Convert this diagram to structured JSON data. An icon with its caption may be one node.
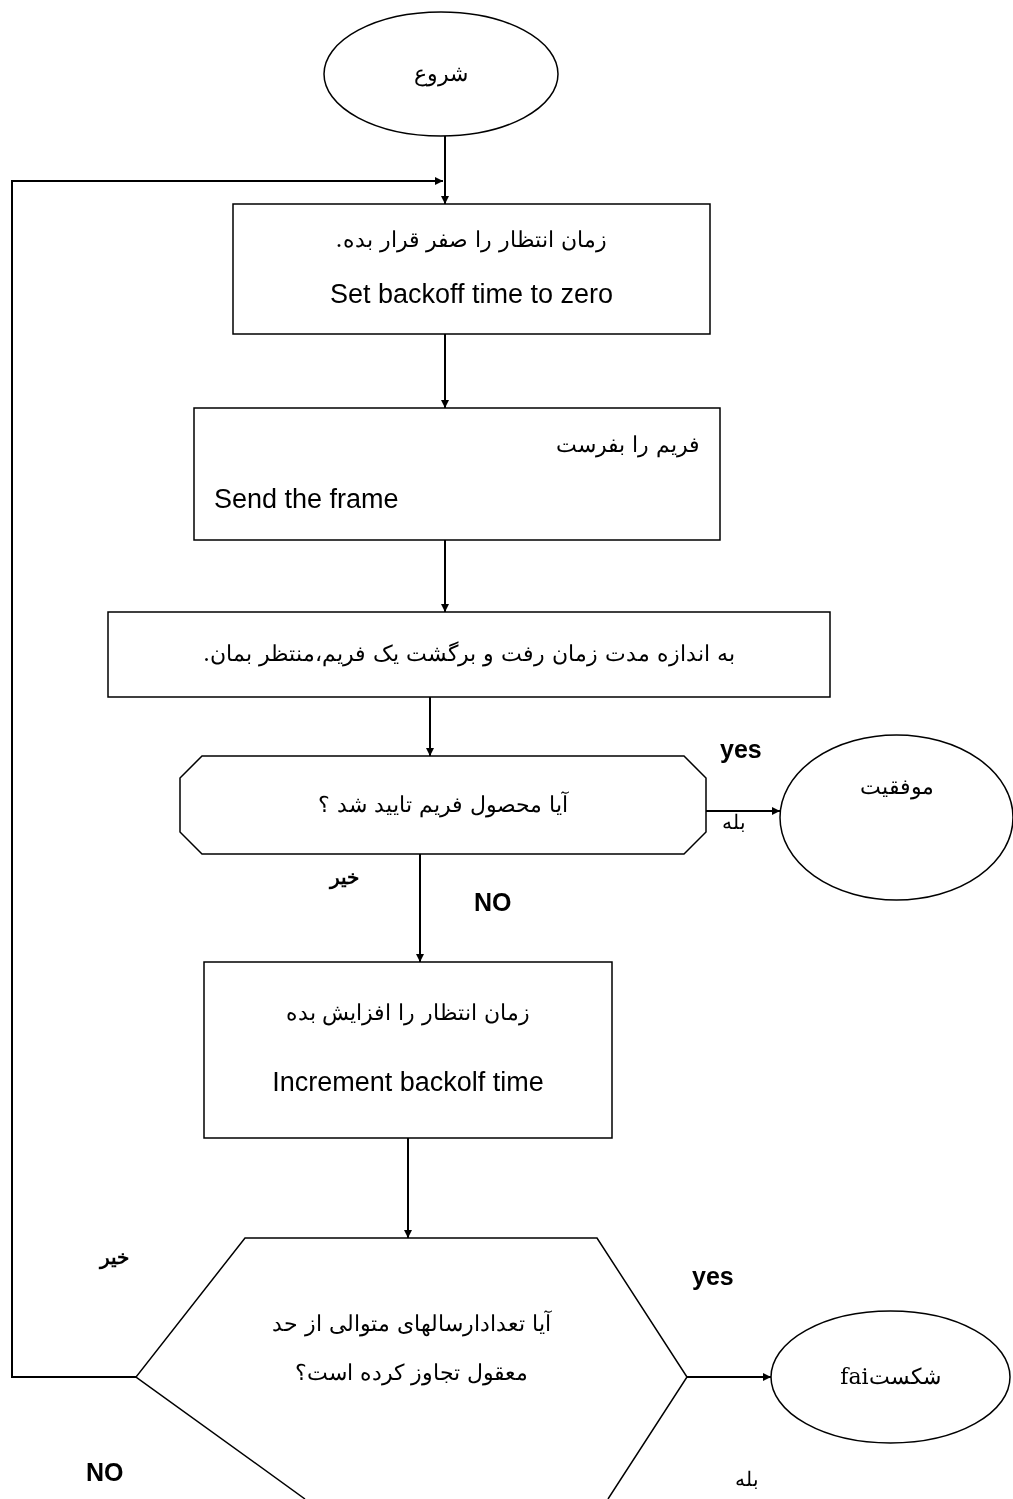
{
  "diagram": {
    "nodes": [
      {
        "text": [
          "شروع"
        ]
      },
      {
        "text": [
          "زمان انتظار را صفر قرار بده.",
          "Set backoff time to zero"
        ]
      },
      {
        "text": [
          "فریم را بفرست",
          "Send the frame"
        ]
      },
      {
        "text": [
          "به اندازه مدت زمان رفت و برگشت یک فریم،منتظر بمان."
        ]
      },
      {
        "text": [
          "آیا محصول فریم تایید شد ؟"
        ]
      },
      {
        "text": [
          "موفقیت"
        ]
      },
      {
        "text": [
          "زمان انتظار را افزایش بده",
          "Increment backolf time"
        ]
      },
      {
        "text": [
          "آیا تعدادارسالهای متوالی از حد معقول تجاوز کرده است؟"
        ]
      },
      {
        "text": [
          "شکستfai"
        ]
      }
    ],
    "edges": [
      {
        "from": 0,
        "to": 1,
        "arrow": "to"
      },
      {
        "from": 1,
        "to": 2,
        "arrow": "to"
      },
      {
        "from": 2,
        "to": 3,
        "arrow": "to"
      },
      {
        "from": 3,
        "to": 4,
        "arrow": "to"
      },
      {
        "from": 4,
        "to": 5,
        "arrow": "to"
      },
      {
        "from": 4,
        "to": 6,
        "arrow": "to"
      },
      {
        "from": 6,
        "to": 7,
        "arrow": "to"
      },
      {
        "from": 7,
        "to": 8,
        "arrow": "to"
      },
      {
        "from": 7,
        "to": 1,
        "arrow": "to"
      }
    ],
    "labels": [
      "yes",
      "بله",
      "خیر",
      "NO",
      "خیر",
      "yes",
      "NO",
      "بله"
    ]
  }
}
